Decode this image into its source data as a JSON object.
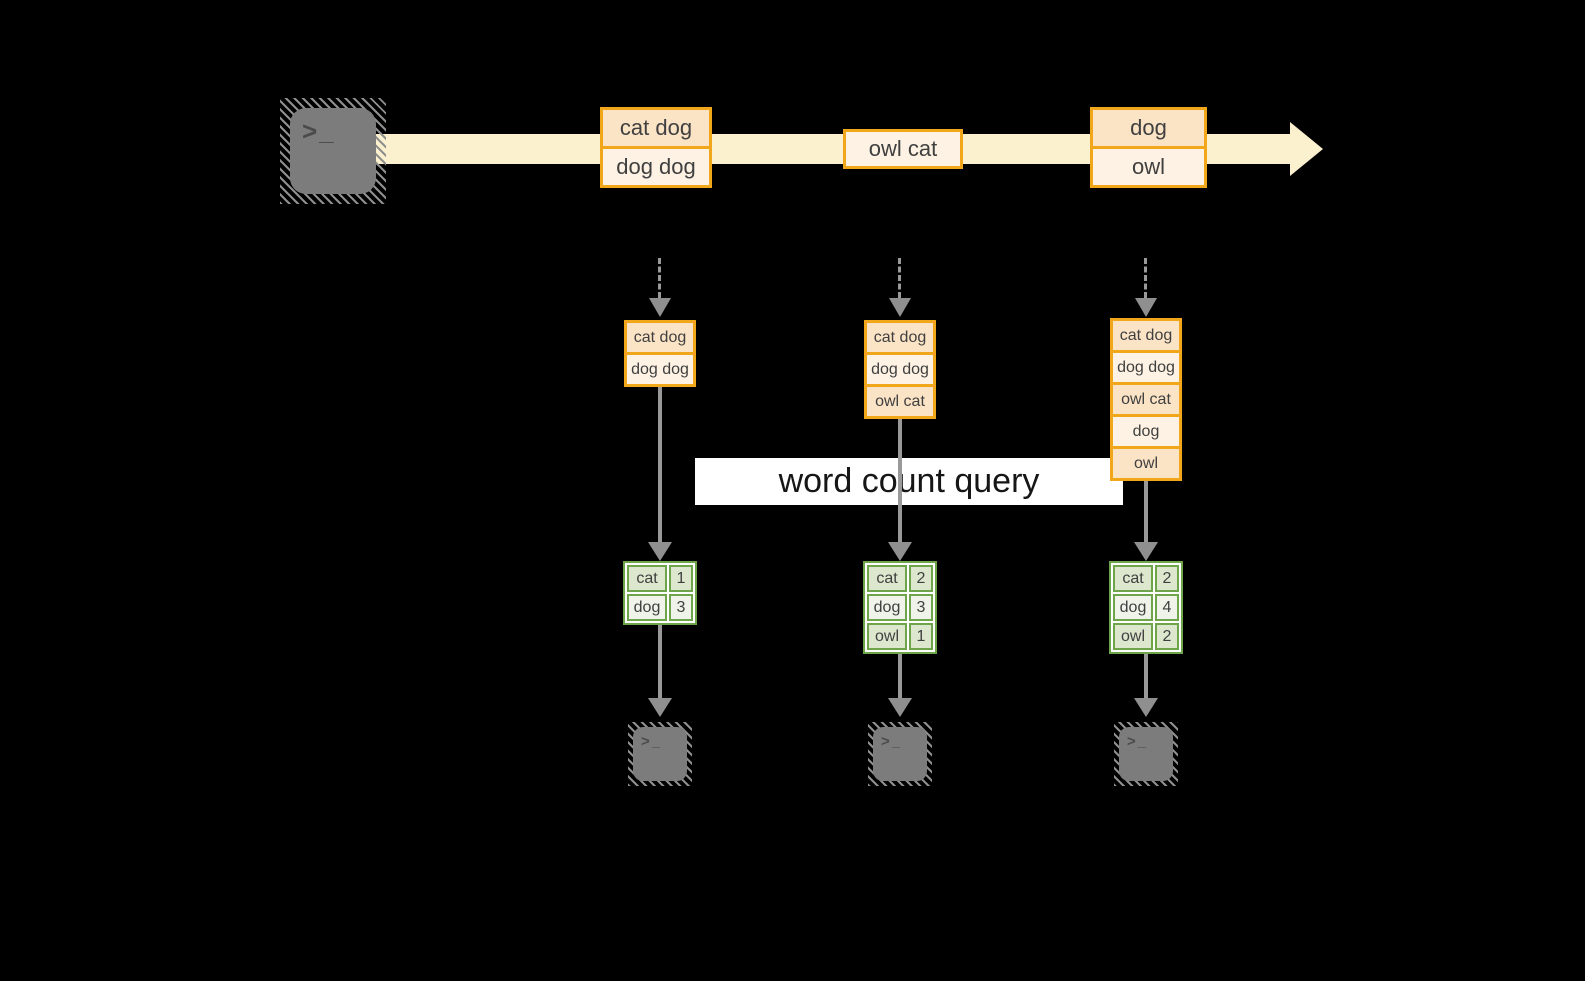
{
  "query": {
    "label": "word count query"
  },
  "icons": {
    "terminal_prompt": ">_"
  },
  "colors": {
    "background": "#000000",
    "orange_border": "#F2A71B",
    "peach_fill": "#FBE3C6",
    "cream_fill": "#FDF2E3",
    "stream_yellow": "#FCF1CE",
    "green_border": "#6FA54A",
    "green_row_dark": "#DCE7CE",
    "green_row_light": "#EFF3EA",
    "arrow_gray": "#999999",
    "terminal_gray": "#7C7C7C",
    "text_dark": "#404040"
  },
  "timeline": {
    "batches": [
      {
        "lines": [
          "cat dog",
          "dog dog"
        ]
      },
      {
        "lines": [
          "owl cat"
        ]
      },
      {
        "lines": [
          "dog",
          "owl"
        ]
      }
    ]
  },
  "columns": [
    {
      "input": [
        "cat dog",
        "dog dog"
      ],
      "result": [
        [
          "cat",
          "1"
        ],
        [
          "dog",
          "3"
        ]
      ]
    },
    {
      "input": [
        "cat dog",
        "dog dog",
        "owl cat"
      ],
      "result": [
        [
          "cat",
          "2"
        ],
        [
          "dog",
          "3"
        ],
        [
          "owl",
          "1"
        ]
      ]
    },
    {
      "input": [
        "cat dog",
        "dog dog",
        "owl cat",
        "dog",
        "owl"
      ],
      "result": [
        [
          "cat",
          "2"
        ],
        [
          "dog",
          "4"
        ],
        [
          "owl",
          "2"
        ]
      ]
    }
  ]
}
